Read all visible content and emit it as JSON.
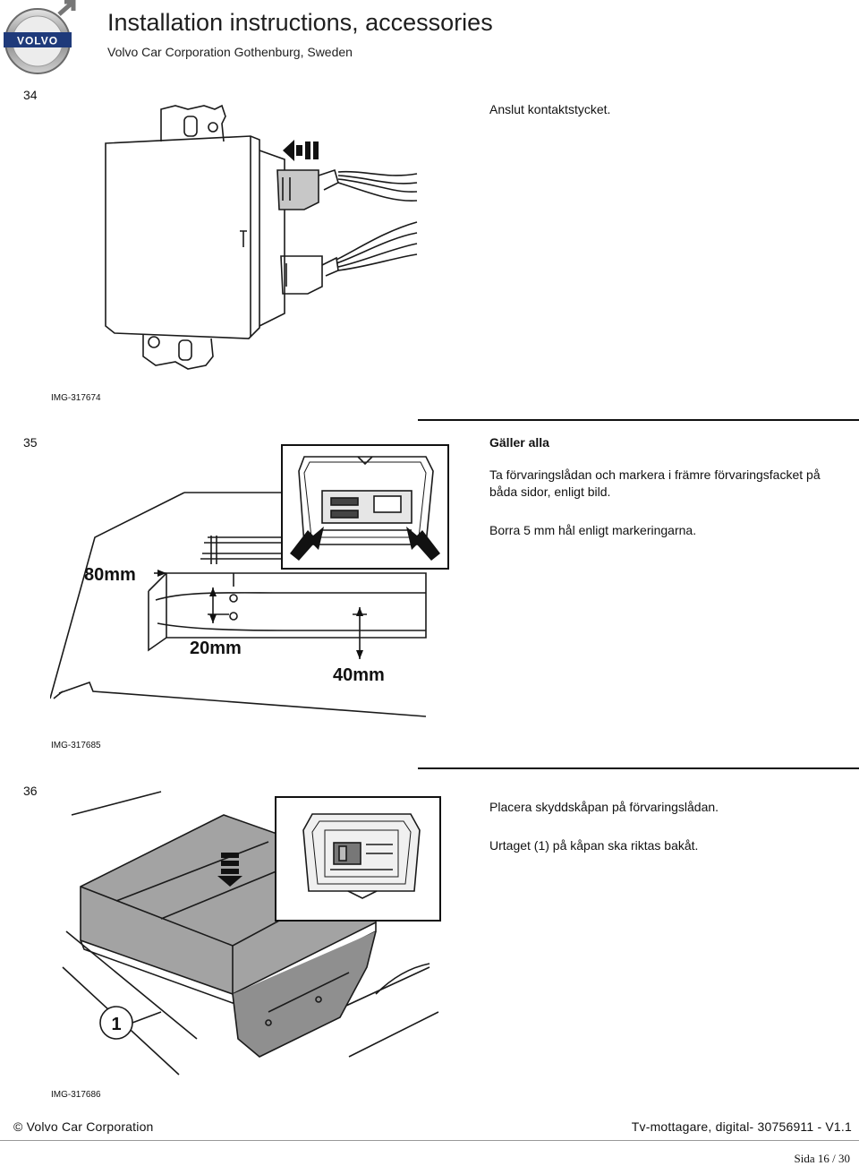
{
  "header": {
    "title": "Installation instructions, accessories",
    "subtitle": "Volvo Car Corporation Gothenburg, Sweden",
    "logo_text": "VOLVO"
  },
  "steps": [
    {
      "number": "34",
      "paragraphs": [
        "Anslut kontaktstycket."
      ],
      "image_id": "IMG-317674",
      "icons": [
        "connector-module-illustration",
        "push-arrow-icon"
      ]
    },
    {
      "number": "35",
      "heading": "Gäller alla",
      "paragraphs": [
        "Ta förvaringslådan och markera i främre förvaringsfacket på",
        "båda sidor, enligt bild.",
        "Borra 5 mm hål enligt markeringarna."
      ],
      "image_id": "IMG-317685",
      "figure_labels": [
        "80mm",
        "20mm",
        "40mm"
      ]
    },
    {
      "number": "36",
      "paragraphs": [
        "Placera skyddskåpan på förvaringslådan.",
        "Urtaget (1) på kåpan ska riktas bakåt."
      ],
      "image_id": "IMG-317686",
      "callout": "1"
    }
  ],
  "footer": {
    "copyright": "© Volvo Car Corporation",
    "doc_ref": "Tv-mottagare, digital- 30756911 - V1.1",
    "page": "Sida 16 / 30"
  },
  "colors": {
    "line": "#1a1a1a",
    "gray_fill": "#a8a8a8",
    "dark_gray": "#6e6e6e"
  }
}
